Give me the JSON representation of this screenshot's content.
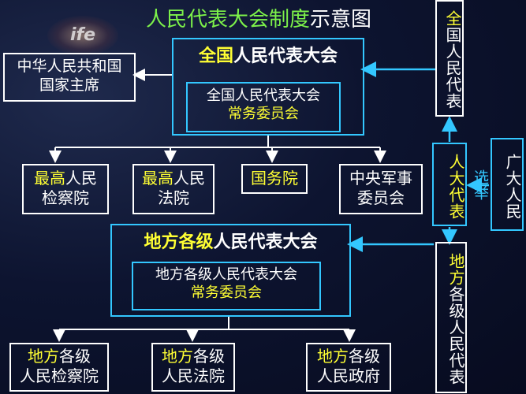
{
  "title": {
    "main": "人民代表大会制度",
    "suffix": "示意图"
  },
  "logo": {
    "text": "ife"
  },
  "npc": {
    "highlight": "全国",
    "rest": "人民代表大会"
  },
  "npc_standing": {
    "line1": "全国人民代表大会",
    "line2": "常务委员会"
  },
  "president": {
    "line1": "中华人民共和国",
    "line2": "国家主席"
  },
  "national_organs": [
    {
      "prefix": "最高",
      "rest": "人民",
      "line2": "检察院"
    },
    {
      "prefix": "最高",
      "rest": "人民",
      "line2": "法院"
    },
    {
      "prefix": "",
      "rest": "国务院",
      "line2": ""
    },
    {
      "prefix": "",
      "rest": "中央军事",
      "line2": "委员会"
    }
  ],
  "local_congress": {
    "highlight": "地方各级",
    "rest": "人民代表大会"
  },
  "local_standing": {
    "line1": "地方各级人民代表大会",
    "line2": "常务委员会"
  },
  "local_organs": [
    {
      "prefix": "地方",
      "rest": "各级",
      "line2": "人民检察院"
    },
    {
      "prefix": "地方",
      "rest": "各级",
      "line2": "人民法院"
    },
    {
      "prefix": "地方",
      "rest": "各级",
      "line2": "人民政府"
    }
  ],
  "national_deputies": {
    "highlight": "全",
    "rest": "国人民代表"
  },
  "deputies": "人大代表",
  "elect": "选举",
  "people": "广大人民",
  "local_deputies": {
    "highlight": "地方",
    "rest": "各级人民代表"
  },
  "colors": {
    "accent_yellow": "#ffff33",
    "accent_green": "#7df24a",
    "border_cyan": "#33c7ff",
    "background": "#0d1430"
  }
}
